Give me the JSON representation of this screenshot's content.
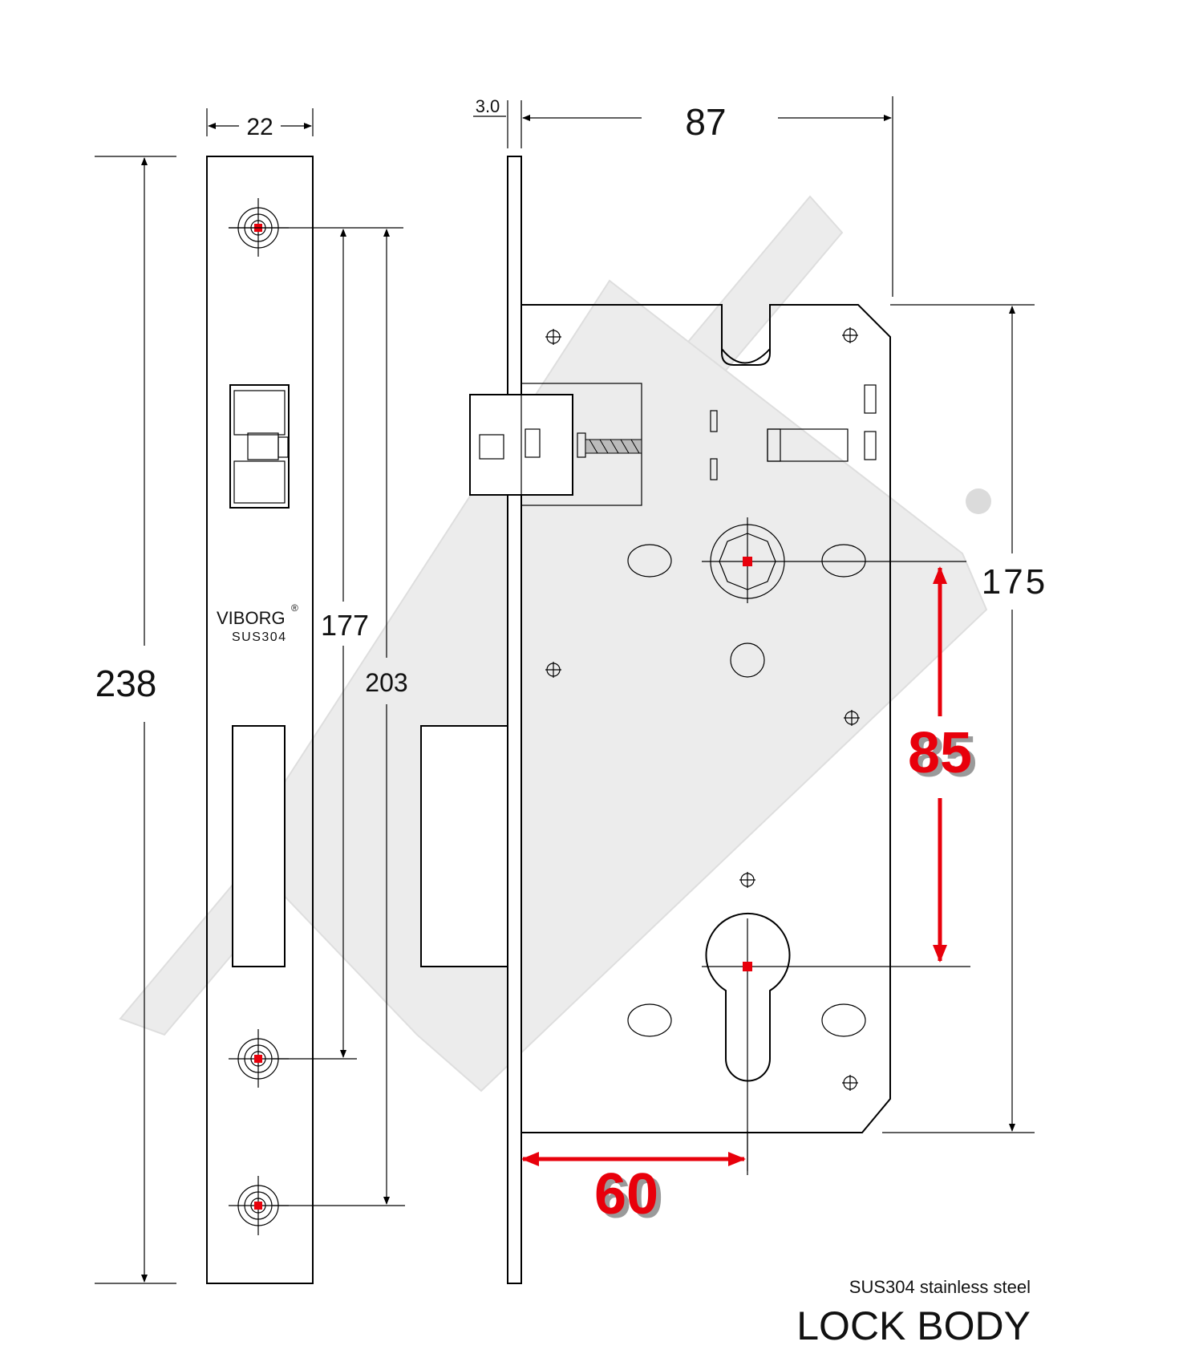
{
  "faceplate": {
    "brand": "VIBORG",
    "registered_mark": "®",
    "material_stamp": "SUS304"
  },
  "dimensions": {
    "faceplate_width": "22",
    "faceplate_height": "238",
    "inner_hole_spacing": "177",
    "outer_hole_spacing": "203",
    "faceplate_thickness": "3.0",
    "overall_depth": "87",
    "case_height": "175",
    "handle_to_cylinder": "85",
    "backset": "60"
  },
  "caption": {
    "subtitle": "SUS304 stainless steel",
    "title": "LOCK BODY"
  },
  "colors": {
    "line": "#000000",
    "highlight": "#e8000b",
    "ghost": "#e6e6e6"
  }
}
